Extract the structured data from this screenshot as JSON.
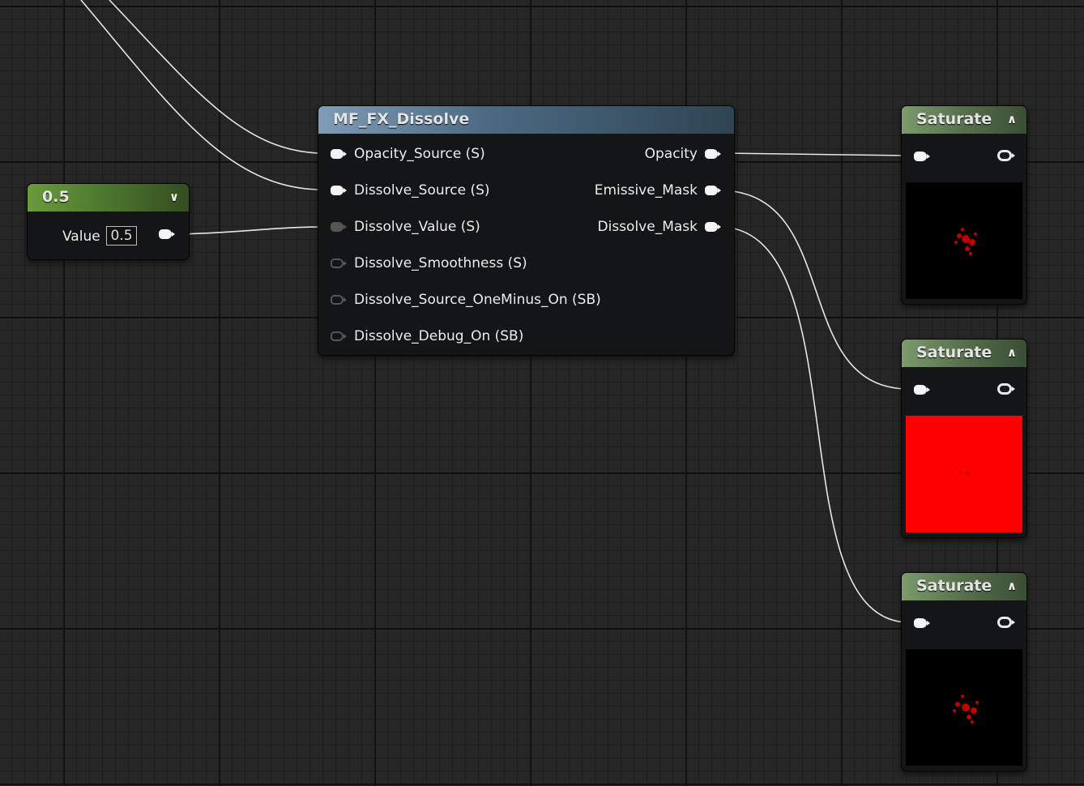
{
  "constant_node": {
    "title": "0.5",
    "value_label": "Value",
    "value": "0.5"
  },
  "function_node": {
    "title": "MF_FX_Dissolve",
    "inputs": [
      "Opacity_Source (S)",
      "Dissolve_Source (S)",
      "Dissolve_Value (S)",
      "Dissolve_Smoothness (S)",
      "Dissolve_Source_OneMinus_On (SB)",
      "Dissolve_Debug_On (SB)"
    ],
    "outputs": [
      "Opacity",
      "Emissive_Mask",
      "Dissolve_Mask"
    ]
  },
  "saturate_nodes": [
    {
      "title": "Saturate",
      "preview": "dark"
    },
    {
      "title": "Saturate",
      "preview": "red"
    },
    {
      "title": "Saturate",
      "preview": "dark"
    }
  ],
  "colors": {
    "wire": "#e6e6e6",
    "preview_red": "#ff0000",
    "preview_dark": "#000000"
  }
}
